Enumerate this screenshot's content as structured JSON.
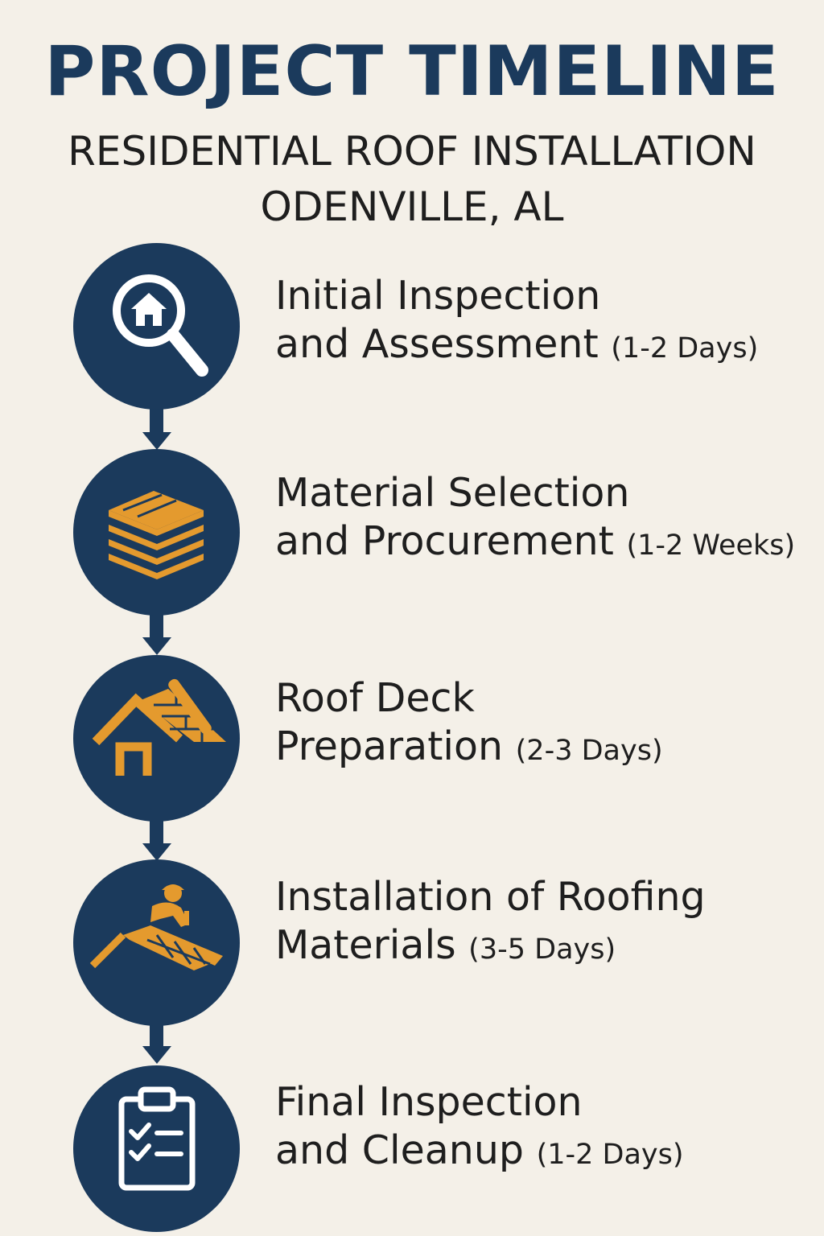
{
  "header": {
    "title": "PROJECT TIMELINE",
    "subtitle_line1": "RESIDENTIAL ROOF INSTALLATION",
    "subtitle_line2": "ODENVILLE, AL"
  },
  "colors": {
    "navy": "#1b3a5c",
    "orange": "#e49a2e",
    "background": "#f4f0e8",
    "text": "#1e1e1e"
  },
  "steps": [
    {
      "icon": "house-magnifier-icon",
      "line1": "Initial Inspection",
      "line2": "and Assessment",
      "duration": "(1-2 Days)"
    },
    {
      "icon": "material-stack-icon",
      "line1": "Material Selection",
      "line2": "and Procurement",
      "duration": "(1-2 Weeks)"
    },
    {
      "icon": "roof-deck-icon",
      "line1": "Roof Deck",
      "line2": "Preparation",
      "duration": "(2-3 Days)"
    },
    {
      "icon": "roofer-installing-icon",
      "line1": "Installation of Roofing",
      "line2": "Materials",
      "duration": "(3-5 Days)"
    },
    {
      "icon": "clipboard-checklist-icon",
      "line1": "Final Inspection",
      "line2": "and Cleanup",
      "duration": "(1-2 Days)"
    }
  ]
}
